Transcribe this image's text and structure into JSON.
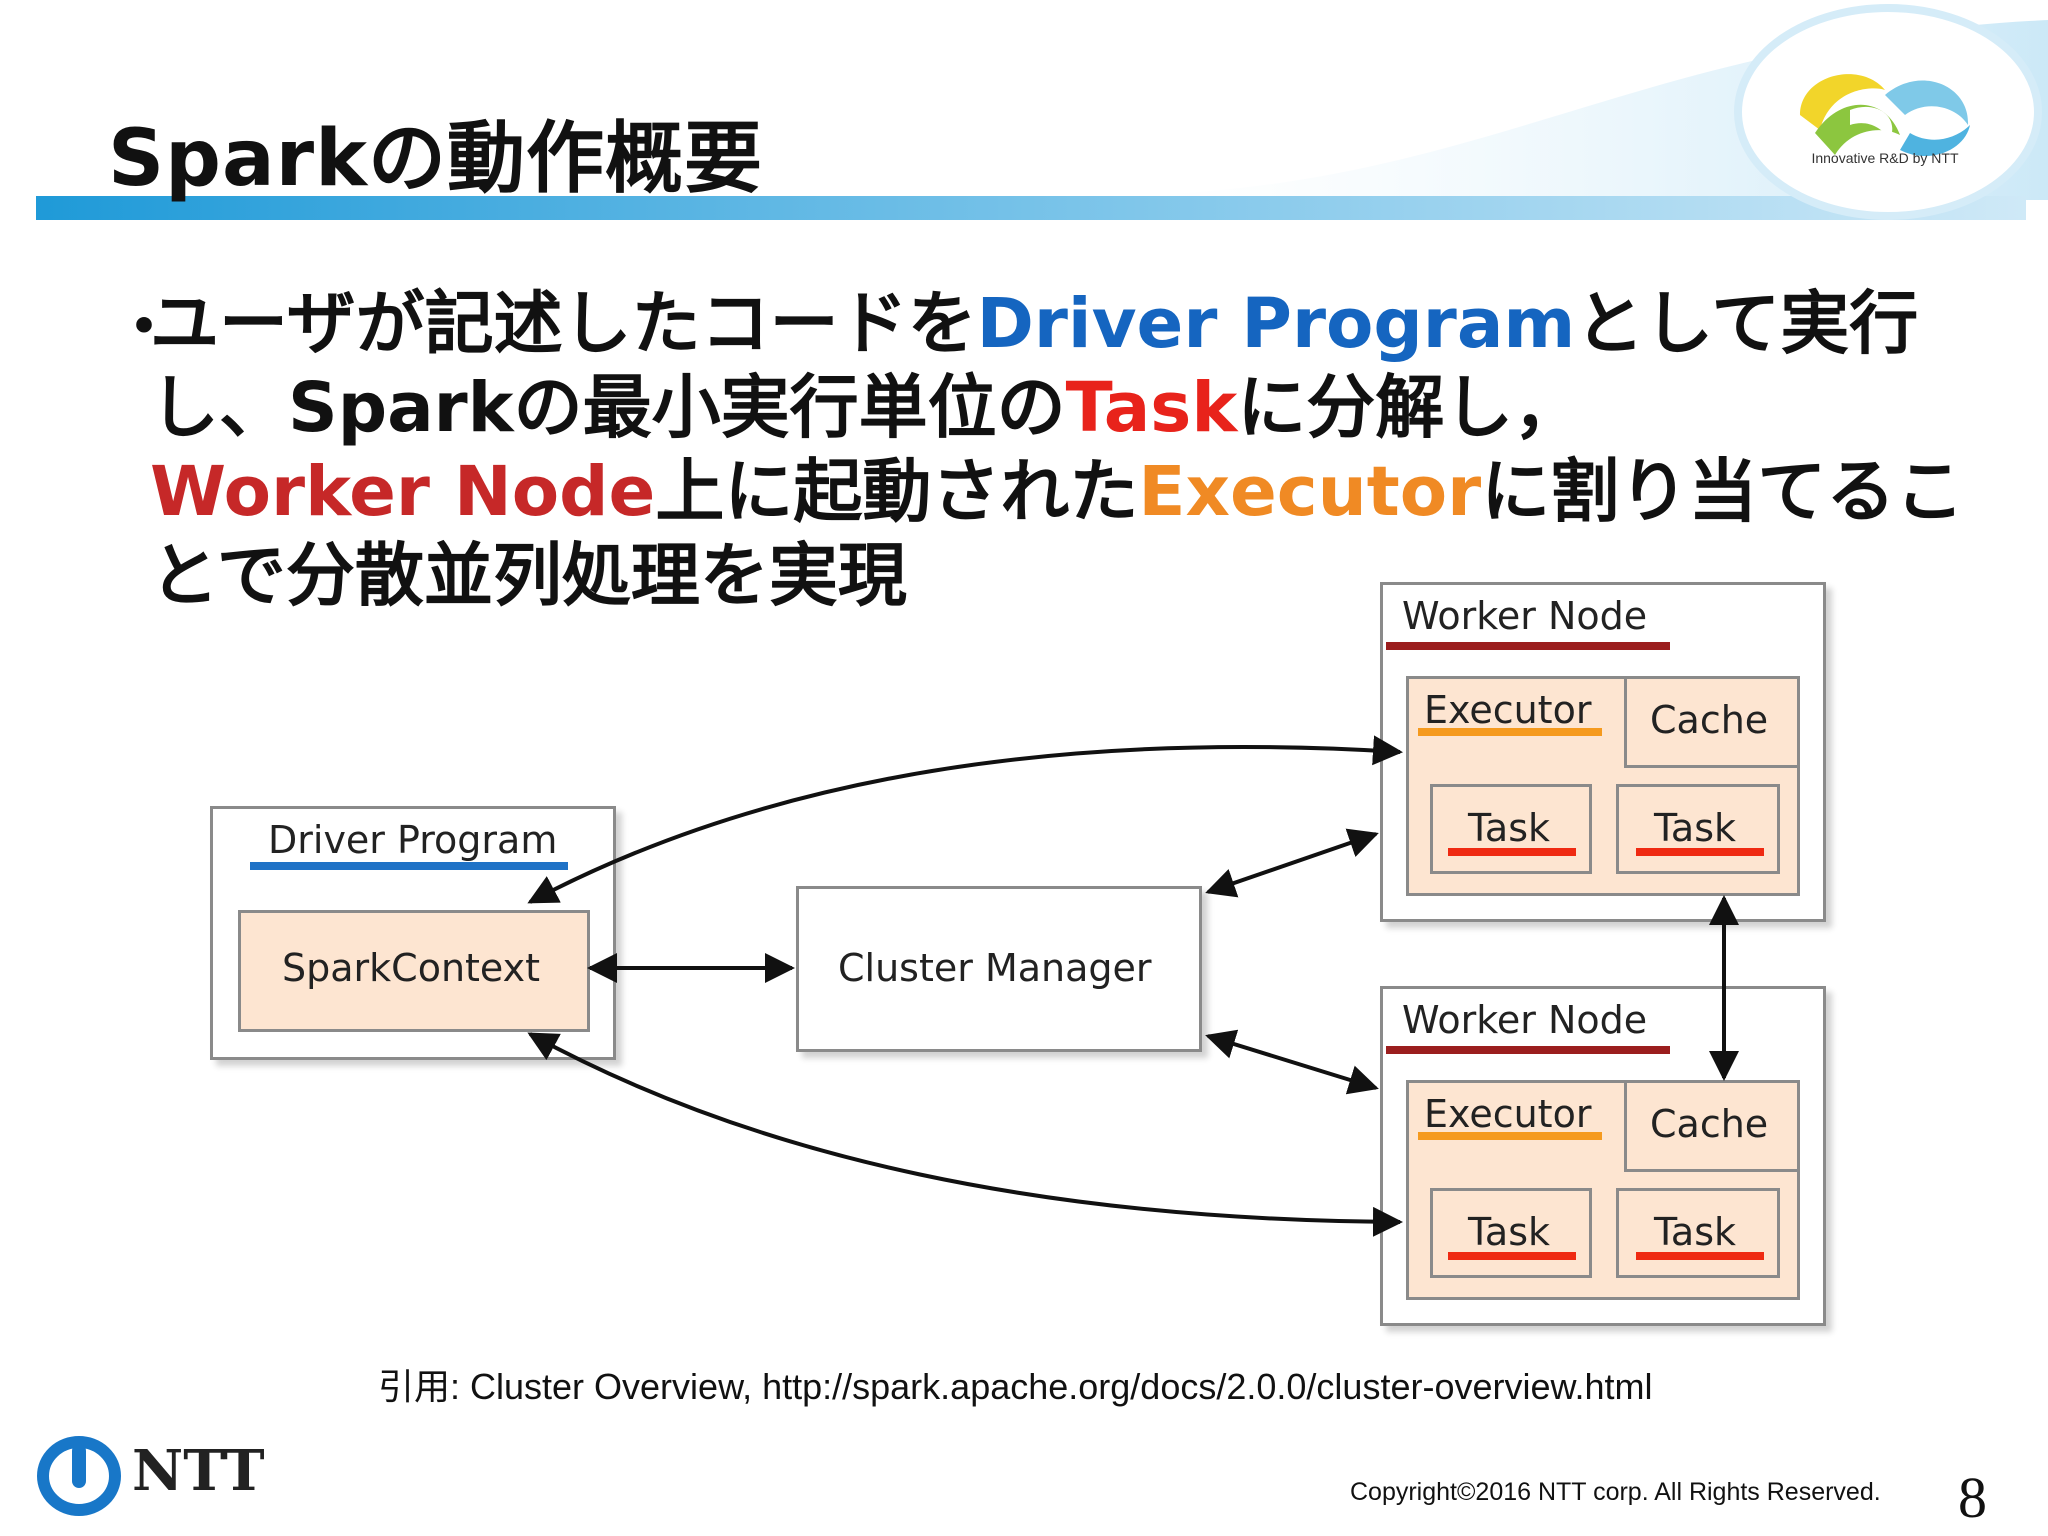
{
  "slide": {
    "title": "Sparkの動作概要",
    "logo_tagline": "Innovative R&D by NTT"
  },
  "bullet": {
    "marker": "・",
    "part1": "ユーザが記述したコードを",
    "driver": "Driver Program",
    "part2": "として実行し、Sparkの最小実行単位の",
    "task": "Task",
    "part3": "に分解し，",
    "worker": "Worker Node",
    "part4": "上に起動された",
    "executor": "Executor",
    "part5": "に割り当てることで分散並列処理を実現"
  },
  "diagram": {
    "driver_program": "Driver Program",
    "spark_context": "SparkContext",
    "cluster_manager": "Cluster Manager",
    "worker_nodes": [
      {
        "title": "Worker Node",
        "executor": "Executor",
        "cache": "Cache",
        "tasks": [
          "Task",
          "Task"
        ]
      },
      {
        "title": "Worker Node",
        "executor": "Executor",
        "cache": "Cache",
        "tasks": [
          "Task",
          "Task"
        ]
      }
    ]
  },
  "citation": "引用: Cluster Overview, http://spark.apache.org/docs/2.0.0/cluster-overview.html",
  "footer": {
    "company": "NTT",
    "copyright": "Copyright©2016  NTT corp. All Rights Reserved.",
    "page_number": "8"
  },
  "colors": {
    "driver": "#1565c0",
    "task": "#e8231b",
    "worker": "#c62828",
    "executor": "#f08a24",
    "header_blue": "#2aa4dc",
    "inner_box": "#fde5d1"
  }
}
